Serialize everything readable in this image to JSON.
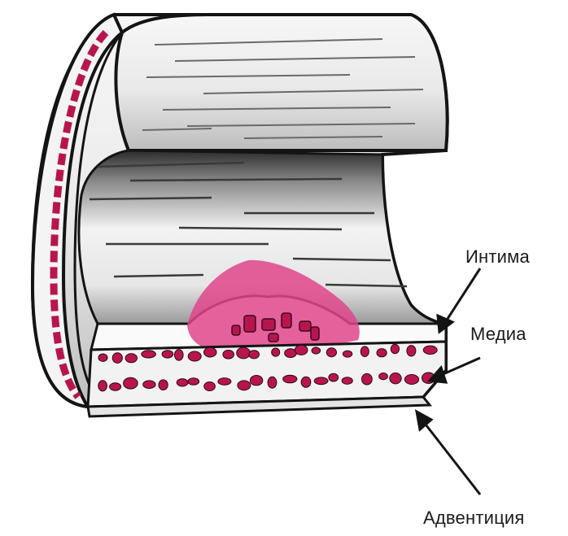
{
  "labels": {
    "intima": "Интима",
    "media": "Медиа",
    "adventitia": "Адвентиция"
  },
  "colors": {
    "ink": "#141414",
    "plaque": "#e0458a",
    "cells": "#b8154f",
    "wall_fill": "#fafafa",
    "shade": "#3a3a3a"
  }
}
